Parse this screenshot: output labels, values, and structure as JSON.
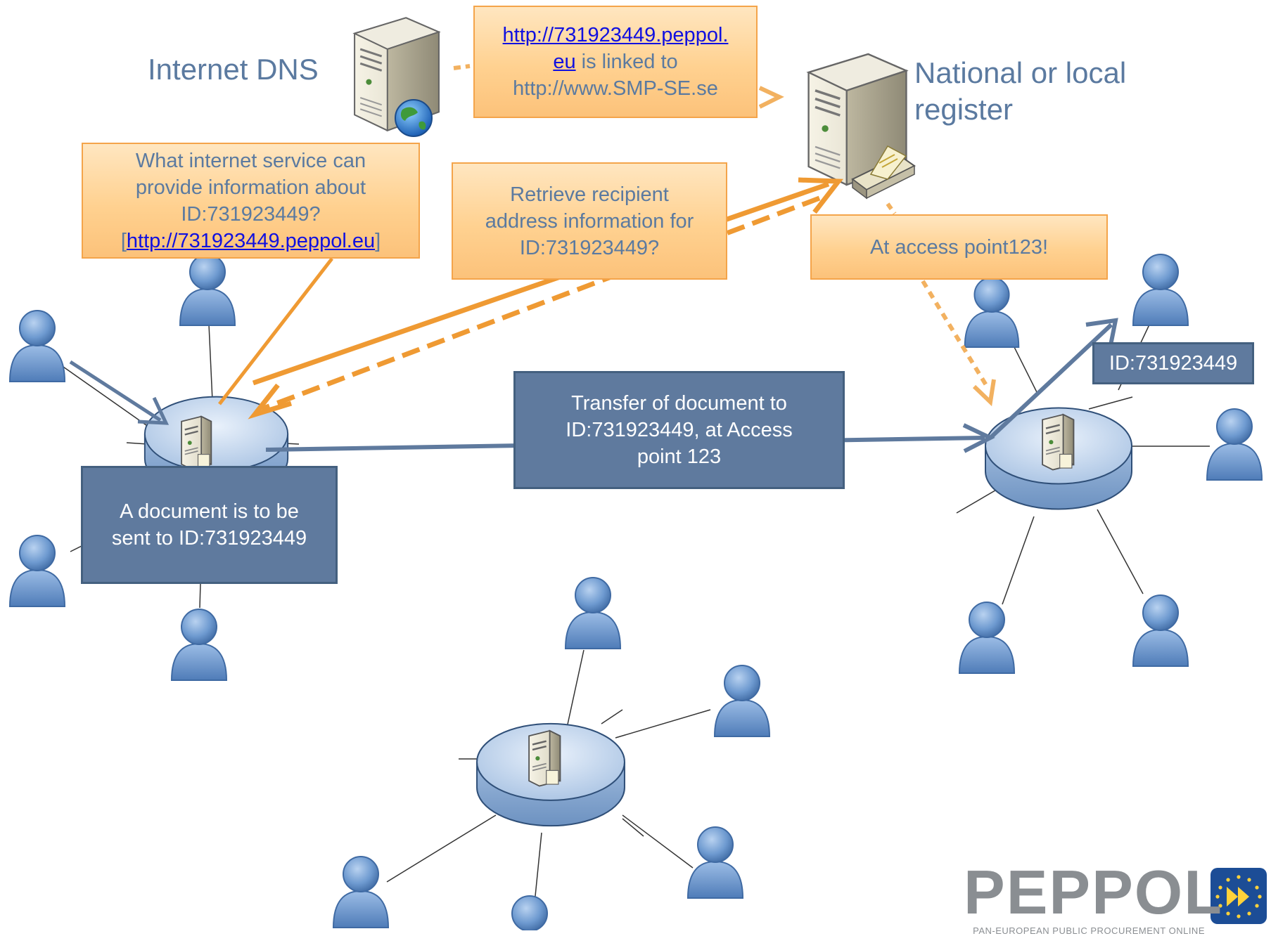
{
  "labels": {
    "dns": "Internet DNS",
    "register_line1": "National or local",
    "register_line2": "register"
  },
  "boxes": {
    "dns_link": {
      "url_part1": "http://731923449.peppol.",
      "url_part2": "eu",
      "text_after": " is linked to",
      "line3": "http://www.SMP-SE.se"
    },
    "question": {
      "line1": "What internet service can",
      "line2": "provide information about",
      "line3": "ID:731923449?",
      "bracket_open": "[",
      "url": "http://731923449.peppol.eu",
      "bracket_close": "]"
    },
    "retrieve": {
      "line1": "Retrieve recipient",
      "line2": "address information for",
      "line3": "ID:731923449?"
    },
    "access_point": {
      "text": "At access point123!"
    },
    "recipient_id": {
      "text": "ID:731923449"
    },
    "transfer": {
      "line1": "Transfer of  document to",
      "line2": "ID:731923449, at Access",
      "line3": "point 123"
    },
    "document": {
      "line1": "A document is to be",
      "line2": "sent to ID:731923449"
    }
  },
  "brand": {
    "name": "PEPPOL",
    "subtitle": "PAN-EUROPEAN PUBLIC PROCUREMENT ONLINE"
  },
  "colors": {
    "orange_arrow": "#ef9a33",
    "blue_arrow": "#5f7a9e",
    "label_text": "#5b7aa0",
    "person": "#6e9ad0",
    "hub_top": "#c7d9ef"
  },
  "icons": [
    "server-icon",
    "globe-icon",
    "person-icon",
    "hub-icon",
    "eu-flag-icon"
  ]
}
